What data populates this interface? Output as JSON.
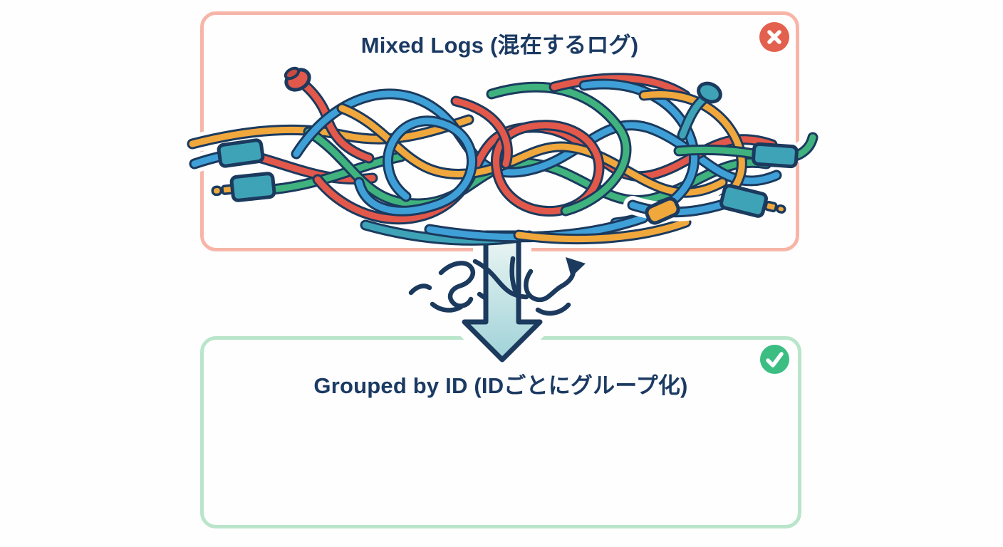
{
  "top_panel": {
    "title": "Mixed Logs (混在するログ)",
    "badge_icon": "x-icon"
  },
  "bottom_panel": {
    "title": "Grouped by ID (IDごとにグループ化)",
    "badge_icon": "check-icon"
  },
  "palette": {
    "navy": "#1b3a5e",
    "blue": "#3fa0d8",
    "red": "#e2584a",
    "green": "#3fb27e",
    "yellow": "#f0a73c",
    "teal": "#3fa3b8",
    "tipGray": "#c7d7db",
    "tipRed": "#efaf9f",
    "pinkBorder": "#f7b5a8",
    "greenBorder": "#b9e5ca",
    "badgeRed": "#e4604e",
    "badgeGreen": "#3cbe82",
    "arrowTop": "#edf6f4",
    "arrowBottom": "#9fd2d8",
    "title": "#1b3a63"
  },
  "cables": [
    {
      "color": "blue",
      "tip": "tipGray"
    },
    {
      "color": "green",
      "tip": "tipGray"
    },
    {
      "color": "red",
      "tip": "tipRed"
    },
    {
      "color": "green",
      "tip": "tipGray"
    },
    {
      "color": "blue",
      "tip": "tipGray"
    }
  ]
}
